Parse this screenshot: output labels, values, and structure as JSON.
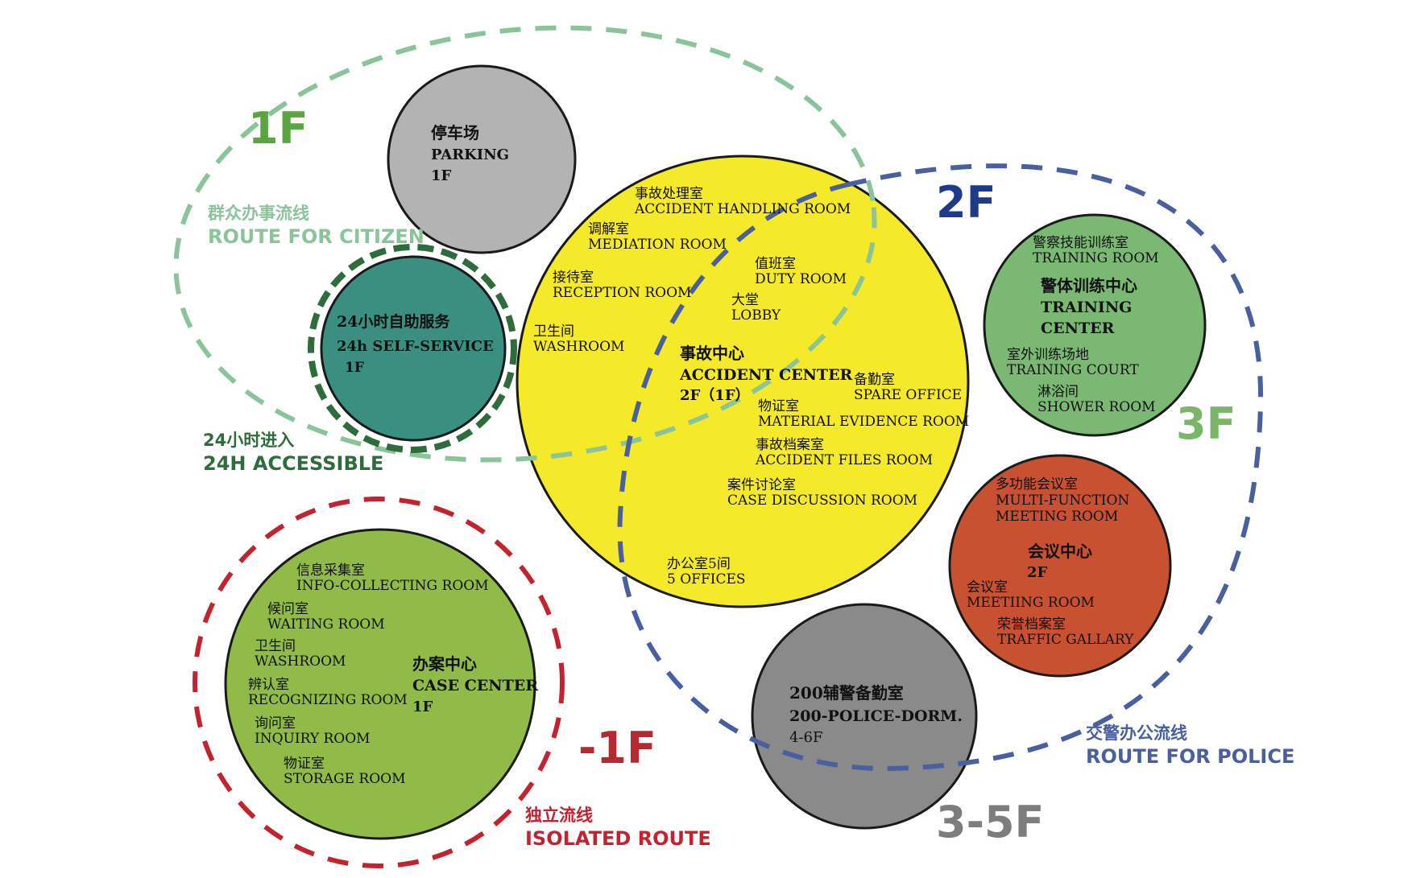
{
  "colors": {
    "citizen_route": "#8bc49a",
    "police_route": "#4a5fa0",
    "isolated_route": "#c3232e",
    "accessible_route": "#2f6b3c",
    "floor_1f": "#5aa541",
    "floor_2f": "#1f3a8a",
    "floor_3f": "#7ab56a",
    "floor_minus1f": "#b52a30",
    "floor_35f": "#7d7d7d",
    "parking": "#b3b3b3",
    "self_service": "#3b8f80",
    "accident_center": "#f5ea2a",
    "training_center": "#7bb874",
    "meeting_center": "#c85131",
    "case_center": "#90bb48",
    "dorm": "#8a8a8a"
  },
  "floors": {
    "f1": "1F",
    "f2": "2F",
    "f3": "3F",
    "fminus1": "-1F",
    "f35": "3-5F"
  },
  "routes": {
    "citizen": {
      "cn": "群众办事流线",
      "en": "ROUTE FOR CITIZEN"
    },
    "accessible": {
      "cn": "24小时进入",
      "en": "24H ACCESSIBLE"
    },
    "isolated": {
      "cn": "独立流线",
      "en": "ISOLATED ROUTE"
    },
    "police": {
      "cn": "交警办公流线",
      "en": "ROUTE FOR POLICE"
    }
  },
  "parking": {
    "cn": "停车场",
    "en": "PARKING",
    "floor": "1F"
  },
  "self_service": {
    "cn": "24小时自助服务",
    "en": "24h SELF-SERVICE",
    "floor": "1F"
  },
  "accident_center": {
    "title_cn": "事故中心",
    "title_en": "ACCIDENT CENTER",
    "floor": "2F（1F）",
    "rooms": {
      "handling": {
        "cn": "事故处理室",
        "en": "ACCIDENT HANDLING ROOM"
      },
      "mediation": {
        "cn": "调解室",
        "en": "MEDIATION ROOM"
      },
      "duty": {
        "cn": "值班室",
        "en": "DUTY ROOM"
      },
      "reception": {
        "cn": "接待室",
        "en": "RECEPTION ROOM"
      },
      "lobby": {
        "cn": "大堂",
        "en": "LOBBY"
      },
      "washroom": {
        "cn": "卫生间",
        "en": "WASHROOM"
      },
      "spare": {
        "cn": "备勤室",
        "en": "SPARE OFFICE"
      },
      "evidence": {
        "cn": "物证室",
        "en": "MATERIAL EVIDENCE ROOM"
      },
      "files": {
        "cn": "事故档案室",
        "en": "ACCIDENT FILES ROOM"
      },
      "discussion": {
        "cn": "案件讨论室",
        "en": "CASE DISCUSSION ROOM"
      },
      "offices": {
        "cn": "办公室5间",
        "en": "5 OFFICES"
      }
    }
  },
  "training_center": {
    "room1_cn": "警察技能训练室",
    "room1_en": "TRAINING ROOM",
    "title_cn": "警体训练中心",
    "title_en_1": "TRAINING",
    "title_en_2": "CENTER",
    "room2_cn": "室外训练场地",
    "room2_en": "TRAINING COURT",
    "room3_cn": "淋浴间",
    "room3_en": "SHOWER ROOM"
  },
  "meeting_center": {
    "room1_cn": "多功能会议室",
    "room1_en_1": "MULTI-FUNCTION",
    "room1_en_2": "MEETING ROOM",
    "title_cn": "会议中心",
    "floor": "2F",
    "room2_cn": "会议室",
    "room2_en": "MEETIING ROOM",
    "room3_cn": "荣誉档案室",
    "room3_en": "TRAFFIC GALLARY"
  },
  "case_center": {
    "title_cn": "办案中心",
    "title_en": "CASE CENTER",
    "floor": "1F",
    "rooms": {
      "info": {
        "cn": "信息采集室",
        "en": "INFO-COLLECTING ROOM"
      },
      "waiting": {
        "cn": "候问室",
        "en": "WAITING ROOM"
      },
      "washroom": {
        "cn": "卫生间",
        "en": "WASHROOM"
      },
      "recognizing": {
        "cn": "辨认室",
        "en": "RECOGNIZING ROOM"
      },
      "inquiry": {
        "cn": "询问室",
        "en": "INQUIRY ROOM"
      },
      "storage": {
        "cn": "物证室",
        "en": "STORAGE ROOM"
      }
    }
  },
  "dorm": {
    "cn": "200辅警备勤室",
    "en": "200-POLICE-DORM.",
    "floor": "4-6F"
  }
}
